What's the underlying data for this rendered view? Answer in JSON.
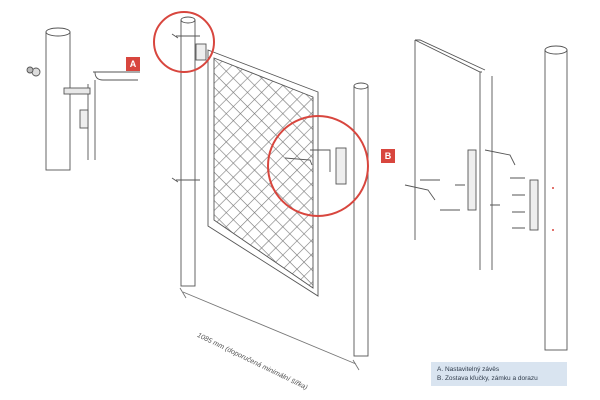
{
  "callouts": [
    {
      "key": "a",
      "label": "A"
    },
    {
      "key": "b",
      "label": "B"
    }
  ],
  "dimension_label": "1085 mm (doporučená minimální šířka)",
  "legend": [
    "A. Nastavitelný závěs",
    "B. Zostava kľučky, zámku a dorazu"
  ],
  "colors": {
    "line": "#555555",
    "accent": "#d8463e",
    "legend_bg": "#d9e4f0"
  }
}
